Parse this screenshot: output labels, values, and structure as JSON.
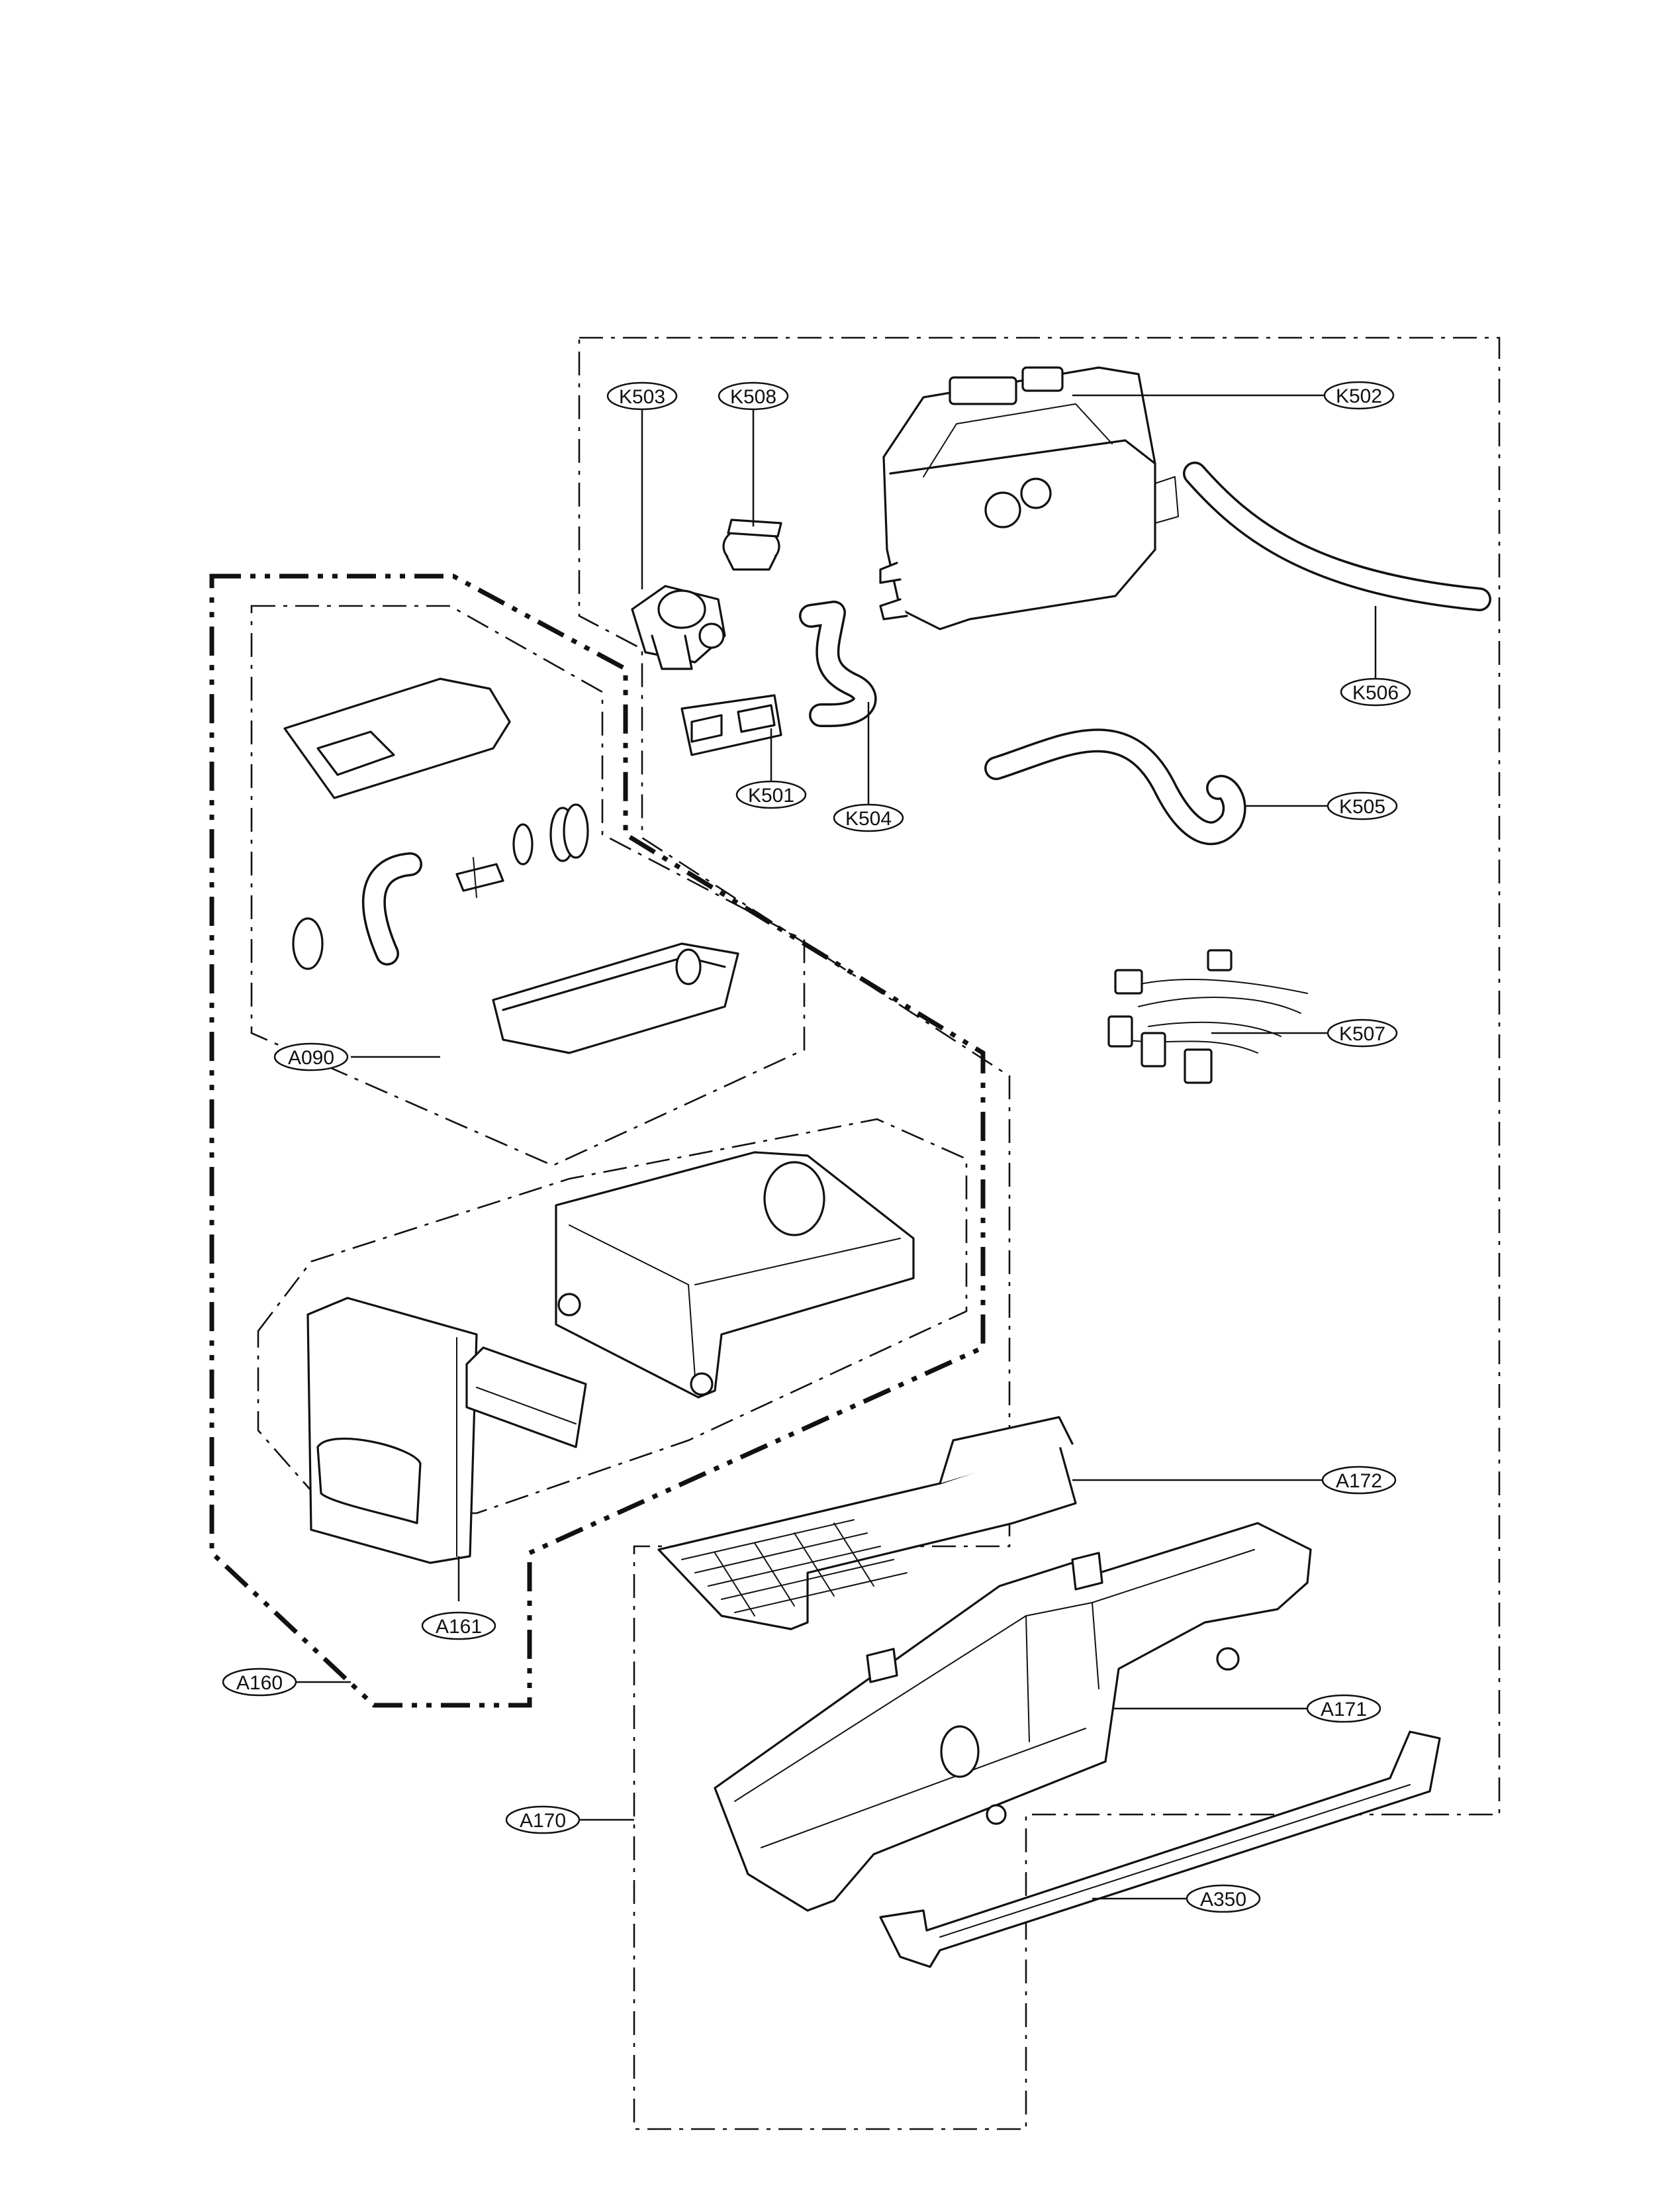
{
  "labels": {
    "K503": "K503",
    "K508": "K508",
    "K502": "K502",
    "K506": "K506",
    "K501": "K501",
    "K504": "K504",
    "K505": "K505",
    "K507": "K507",
    "A090": "A090",
    "A172": "A172",
    "A161": "A161",
    "A160": "A160",
    "A171": "A171",
    "A170": "A170",
    "A350": "A350"
  }
}
